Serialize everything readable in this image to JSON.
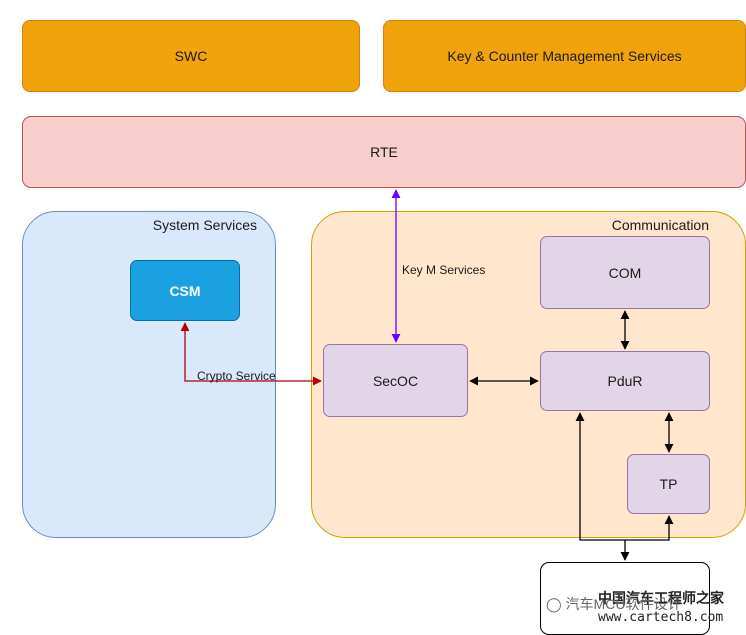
{
  "nodes": {
    "swc": "SWC",
    "key_counter": "Key & Counter Management Services",
    "rte": "RTE",
    "system_services": "System Services",
    "csm": "CSM",
    "communication": "Communication",
    "com": "COM",
    "secoc": "SecOC",
    "pdur": "PduR",
    "tp": "TP"
  },
  "edges": {
    "key_m_services": "Key M Services",
    "crypto_service": "Crypto Service"
  },
  "colors": {
    "crypto_edge": "#b20000",
    "key_edge": "#6a00ff",
    "default_edge": "#000000"
  },
  "watermark": {
    "line1": "汽车MCU软件设计",
    "line2": "中国汽车工程师之家",
    "line3": "www.cartech8.com"
  }
}
